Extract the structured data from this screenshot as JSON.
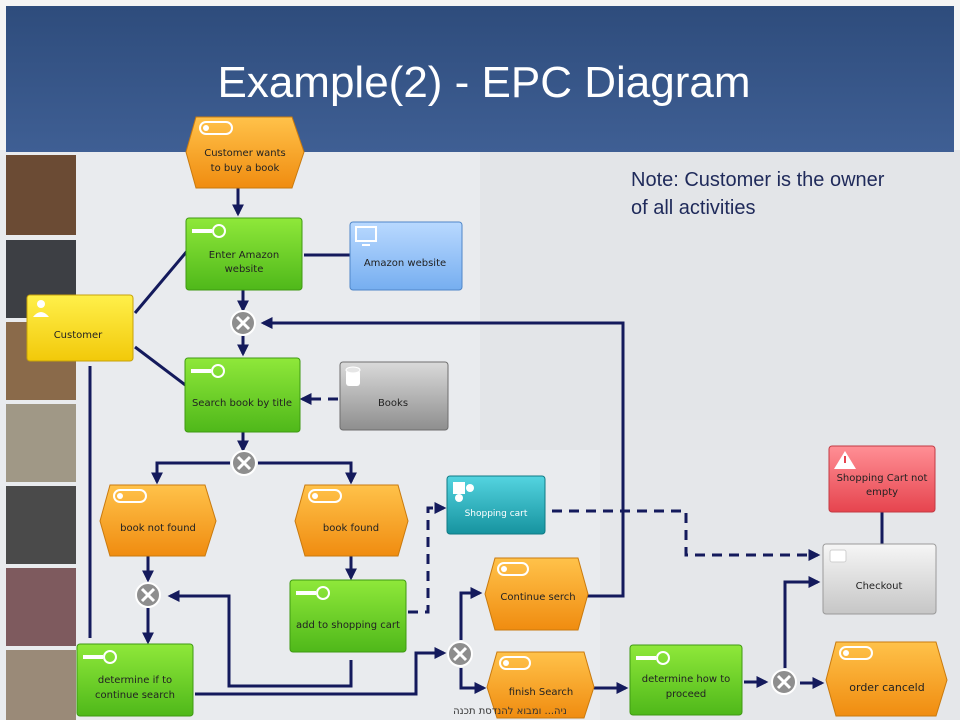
{
  "slide": {
    "title": "Example(2) - EPC Diagram",
    "note_line1": "Note: Customer is the owner",
    "note_line2": "of all activities",
    "footer": "ניה... ומבוא להנדסת תכנה"
  },
  "diagram": {
    "events": {
      "customer_wants": [
        "Customer wants",
        "to buy a book"
      ],
      "book_not_found": [
        "book not found"
      ],
      "book_found": [
        "book found"
      ],
      "continue_search": [
        "Continue serch"
      ],
      "finish_search": [
        "finish Search"
      ],
      "order_canceled": [
        "order canceld"
      ]
    },
    "functions": {
      "enter_amazon": [
        "Enter Amazon",
        "website"
      ],
      "search_book": [
        "Search book by title"
      ],
      "add_to_cart": [
        "add to shopping cart"
      ],
      "determine_continue": [
        "determine if to",
        "continue search"
      ],
      "determine_proceed": [
        "determine how to",
        "proceed"
      ]
    },
    "actors": {
      "customer": "Customer"
    },
    "systems": {
      "amazon_website": "Amazon website",
      "books": "Books",
      "shopping_cart": "Shopping cart",
      "cart_not_empty": [
        "Shopping Cart not",
        "empty"
      ],
      "checkout": "Checkout"
    },
    "colors": {
      "event": "#f7a21b",
      "function": "#66cc1f",
      "actor": "#f6d90e",
      "system_blue": "#8fbef2",
      "system_gray": "#a8a8a8",
      "system_teal": "#2ab3c2",
      "risk_red": "#f0636b",
      "connector": "#8e8e8e",
      "edge": "#141a5c"
    }
  }
}
